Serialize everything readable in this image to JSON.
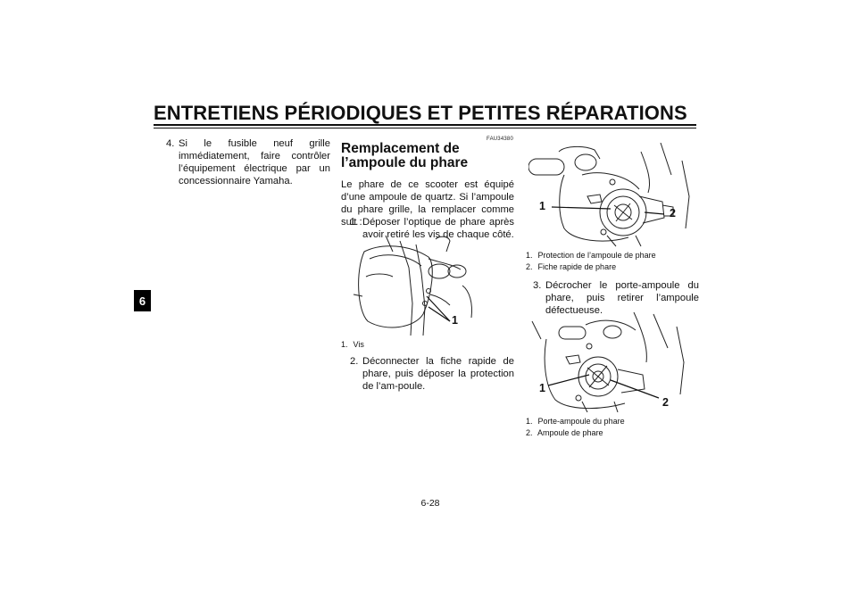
{
  "header": {
    "title": "ENTRETIENS PÉRIODIQUES ET PETITES RÉPARATIONS"
  },
  "side_tab": {
    "chapter": "6"
  },
  "left_column": {
    "step4": {
      "num": "4.",
      "text": "Si le fusible neuf grille immédiatement, faire contrôler l’équipement électrique par un concessionnaire Yamaha."
    }
  },
  "middle_column": {
    "code_ref": "FAU34380",
    "heading": "Remplacement de l’ampoule du phare",
    "intro": "Le phare de ce scooter est équipé d’une ampoule de quartz. Si l’ampoule du phare grille, la remplacer comme suit :",
    "step1": {
      "num": "1.",
      "text": "Déposer l’optique de phare après avoir retiré les vis de chaque côté."
    },
    "figure1": {
      "callout": "1",
      "captions": [
        {
          "num": "1.",
          "text": "Vis"
        }
      ]
    },
    "step2": {
      "num": "2.",
      "text": "Déconnecter la fiche rapide de phare, puis déposer la protection de l’am-poule."
    }
  },
  "right_column": {
    "figure2": {
      "callout1": "1",
      "callout2": "2",
      "captions": [
        {
          "num": "1.",
          "text": "Protection de l’ampoule de phare"
        },
        {
          "num": "2.",
          "text": "Fiche rapide de phare"
        }
      ]
    },
    "step3": {
      "num": "3.",
      "text": "Décrocher le porte-ampoule du phare, puis retirer l’ampoule défectueuse."
    },
    "figure3": {
      "callout1": "1",
      "callout2": "2",
      "captions": [
        {
          "num": "1.",
          "text": "Porte-ampoule du phare"
        },
        {
          "num": "2.",
          "text": "Ampoule de phare"
        }
      ]
    }
  },
  "footer": {
    "page_number": "6-28"
  }
}
